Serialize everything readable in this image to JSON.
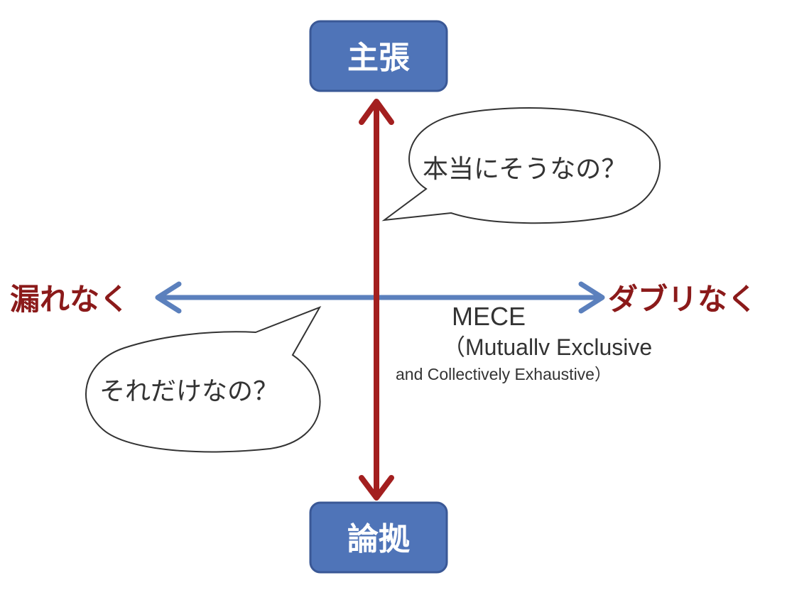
{
  "top_box": {
    "label": "主張"
  },
  "bottom_box": {
    "label": "論拠"
  },
  "left_label": "漏れなく",
  "right_label": "ダブリなく",
  "bubble_top": {
    "text": "本当にそうなの？"
  },
  "bubble_left": {
    "text": "それだけなの？"
  },
  "mece": {
    "title": "MECE",
    "line2": "（Mutuallv Exclusive",
    "line3": "and Collectively Exhaustive）"
  },
  "colors": {
    "box_fill": "#4f74b8",
    "box_stroke": "#3a5896",
    "vertical_arrow": "#a31f1f",
    "horizontal_arrow": "#5b80bd",
    "side_label": "#8b1a1a"
  }
}
